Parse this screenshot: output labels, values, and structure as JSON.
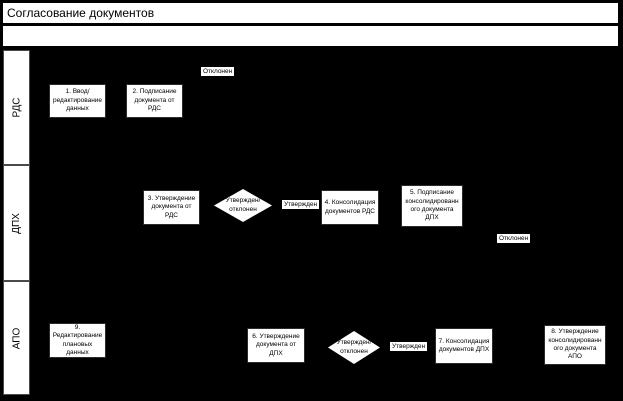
{
  "window": {
    "title": "Согласование документов"
  },
  "colors": {
    "background": "#000000",
    "shape_fill": "#ffffff",
    "shape_text": "#000000"
  },
  "lanes": [
    {
      "label": "РДС"
    },
    {
      "label": "ДПХ"
    },
    {
      "label": "АПО"
    }
  ],
  "diagram": {
    "type": "flowchart-swimlane",
    "steps": [
      {
        "id": "1",
        "lane": "РДС",
        "shape": "process",
        "label": "1. Ввод/\nредактирование\nданных"
      },
      {
        "id": "2",
        "lane": "РДС",
        "shape": "process",
        "label": "2. Подписание\nдокумента от\nРДС"
      },
      {
        "id": "3",
        "lane": "ДПХ",
        "shape": "process",
        "label": "3. Утверждение\nдокумента от\nРДС"
      },
      {
        "id": "d1",
        "lane": "ДПХ",
        "shape": "decision",
        "label": "Утвержден/\nотклонен"
      },
      {
        "id": "4",
        "lane": "ДПХ",
        "shape": "process",
        "label": "4. Консолидация\nдокументов РДС"
      },
      {
        "id": "5",
        "lane": "ДПХ",
        "shape": "process",
        "label": "5. Подписание\nконсолидированн\nого документа\nДПХ"
      },
      {
        "id": "9",
        "lane": "АПО",
        "shape": "process",
        "label": "9.\nРедактирование\nплановых данных"
      },
      {
        "id": "6",
        "lane": "АПО",
        "shape": "process",
        "label": "6. Утверждение\nдокумента от\nДПХ"
      },
      {
        "id": "d2",
        "lane": "АПО",
        "shape": "decision",
        "label": "Утвержден/\nотклонен"
      },
      {
        "id": "7",
        "lane": "АПО",
        "shape": "process",
        "label": "7. Консолидация\nдокументов ДПХ"
      },
      {
        "id": "8",
        "lane": "АПО",
        "shape": "process",
        "label": "8. Утверждение\nконсолидированн\nого документа\nАПО"
      }
    ],
    "edge_labels": [
      {
        "text": "Отклонен",
        "lane": "РДС"
      },
      {
        "text": "Утвержден",
        "lane": "ДПХ"
      },
      {
        "text": "Отклонен",
        "lane": "ДПХ"
      },
      {
        "text": "Утвержден",
        "lane": "АПО"
      }
    ]
  }
}
